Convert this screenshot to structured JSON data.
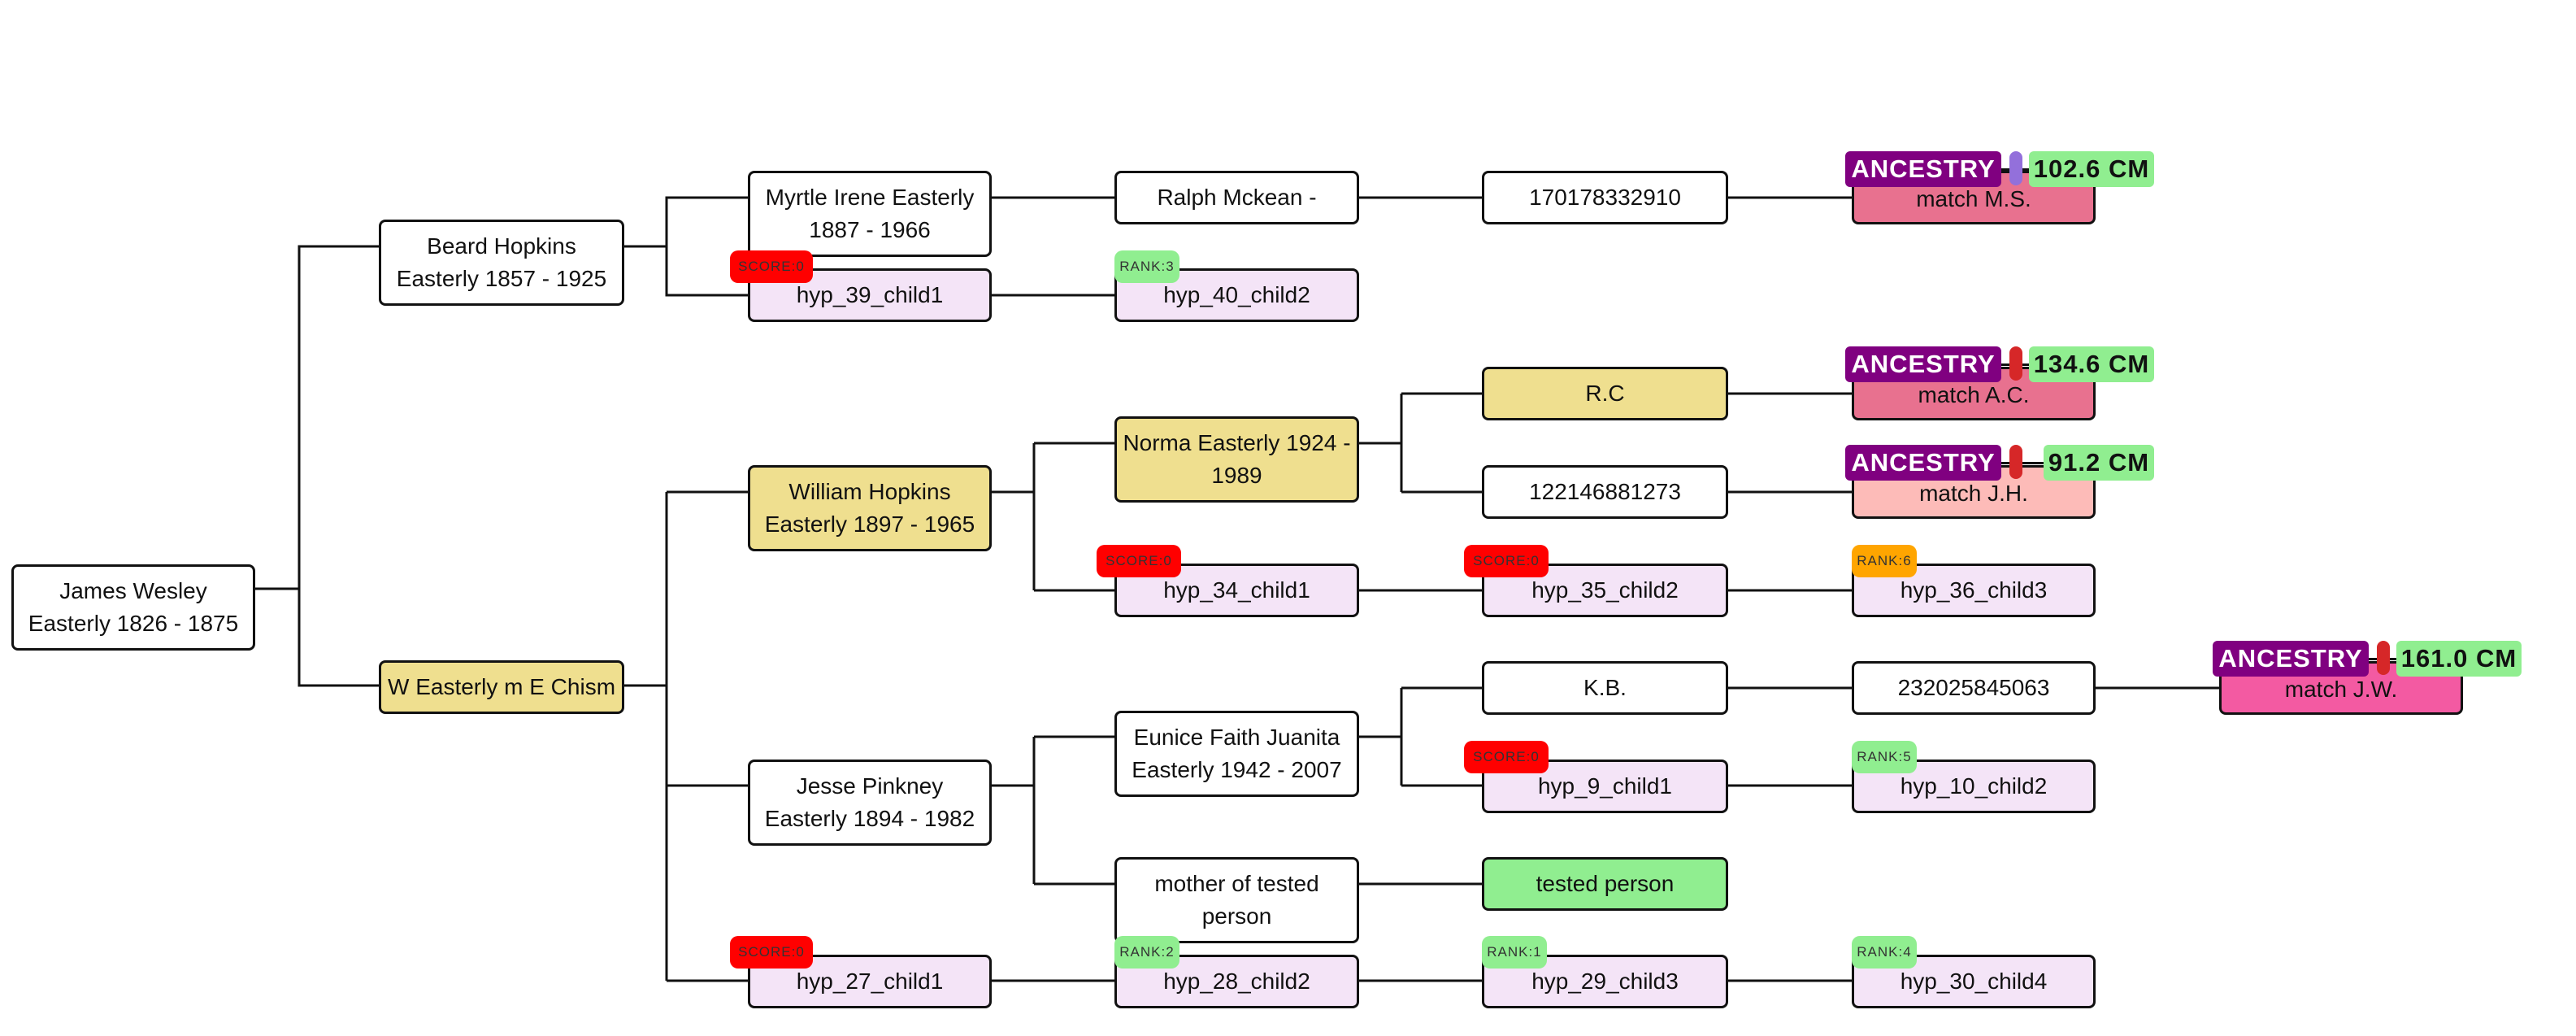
{
  "people": {
    "james_wesley": "James Wesley Easterly 1826 - 1875",
    "beard_hopkins": "Beard Hopkins Easterly 1857 - 1925",
    "w_easterly": "W Easterly m E Chism",
    "myrtle": "Myrtle Irene Easterly 1887 - 1966",
    "ralph": "Ralph Mckean -",
    "kit_170": "170178332910",
    "william_hopkins": "William Hopkins Easterly 1897 - 1965",
    "norma": "Norma Easterly 1924 - 1989",
    "rc": "R.C",
    "kit_122": "122146881273",
    "jesse": "Jesse Pinkney Easterly 1894 - 1982",
    "eunice": "Eunice Faith Juanita Easterly 1942 - 2007",
    "kb": "K.B.",
    "kit_232": "232025845063",
    "mother_tested": "mother of tested person",
    "tested_person": "tested person"
  },
  "hypotheses": {
    "hyp_39": "hyp_39_child1",
    "hyp_40": "hyp_40_child2",
    "hyp_34": "hyp_34_child1",
    "hyp_35": "hyp_35_child2",
    "hyp_36": "hyp_36_child3",
    "hyp_9": "hyp_9_child1",
    "hyp_10": "hyp_10_child2",
    "hyp_27": "hyp_27_child1",
    "hyp_28": "hyp_28_child2",
    "hyp_29": "hyp_29_child3",
    "hyp_30": "hyp_30_child4"
  },
  "badges": {
    "hyp_39": "SCORE:0",
    "hyp_40": "RANK:3",
    "hyp_34": "SCORE:0",
    "hyp_35": "SCORE:0",
    "hyp_36": "RANK:6",
    "hyp_9": "SCORE:0",
    "hyp_10": "RANK:5",
    "hyp_27": "SCORE:0",
    "hyp_28": "RANK:2",
    "hyp_29": "RANK:1",
    "hyp_30": "RANK:4"
  },
  "matches": {
    "ms": {
      "label": "match M.S.",
      "source": "ANCESTRY",
      "cm": "102.6 CM"
    },
    "ac": {
      "label": "match A.C.",
      "source": "ANCESTRY",
      "cm": "134.6 CM"
    },
    "jh": {
      "label": "match J.H.",
      "source": "ANCESTRY",
      "cm": "91.2 CM"
    },
    "jw": {
      "label": "match J.W.",
      "source": "ANCESTRY",
      "cm": "161.0 CM"
    }
  },
  "colors": {
    "tan": "#efdf8f",
    "hypothesis": "#f4e4f7",
    "tested": "#90ee90",
    "score_badge": "#ff0000",
    "rank_badge": "#90ee90",
    "rank_badge_low": "#ffa500",
    "ancestry": "#800080",
    "match_ms": "#e8718f",
    "match_jh": "#fdbbb8",
    "match_jw": "#f35aa2"
  }
}
